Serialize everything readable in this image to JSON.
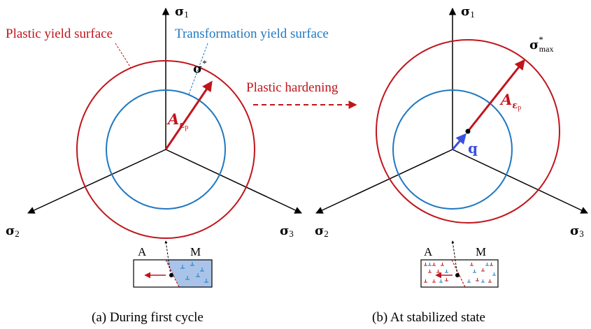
{
  "panel_a": {
    "axis_sigma1": {
      "base": "σ",
      "sub": "1"
    },
    "axis_sigma2": {
      "base": "σ",
      "sub": "2"
    },
    "axis_sigma3": {
      "base": "σ",
      "sub": "3"
    },
    "plastic_label": "Plastic yield surface",
    "transformation_label": "Transformation yield surface",
    "sigma_star": {
      "base": "σ",
      "sup": "*"
    },
    "vector_label": {
      "base": "A",
      "sub": "ε",
      "subsub": "p"
    },
    "inset": {
      "left": "A",
      "right": "M"
    },
    "caption": "(a) During first cycle"
  },
  "arrow_label": "Plastic hardening",
  "panel_b": {
    "axis_sigma1": {
      "base": "σ",
      "sub": "1"
    },
    "axis_sigma2": {
      "base": "σ",
      "sub": "2"
    },
    "axis_sigma3": {
      "base": "σ",
      "sub": "3"
    },
    "sigma_max": {
      "base": "σ",
      "sup": "*",
      "sub": "max"
    },
    "vector_label": {
      "base": "A",
      "sub": "ε",
      "subsub": "p"
    },
    "q_label": "q",
    "inset": {
      "left": "A",
      "right": "M"
    },
    "caption": "(b) At stabilized state"
  },
  "colors": {
    "plastic": "#c0151b",
    "transformation": "#1f78c1",
    "q_vector": "#3b4fe0",
    "martensite_fill": "#a9c4e8",
    "axis": "#000000"
  }
}
